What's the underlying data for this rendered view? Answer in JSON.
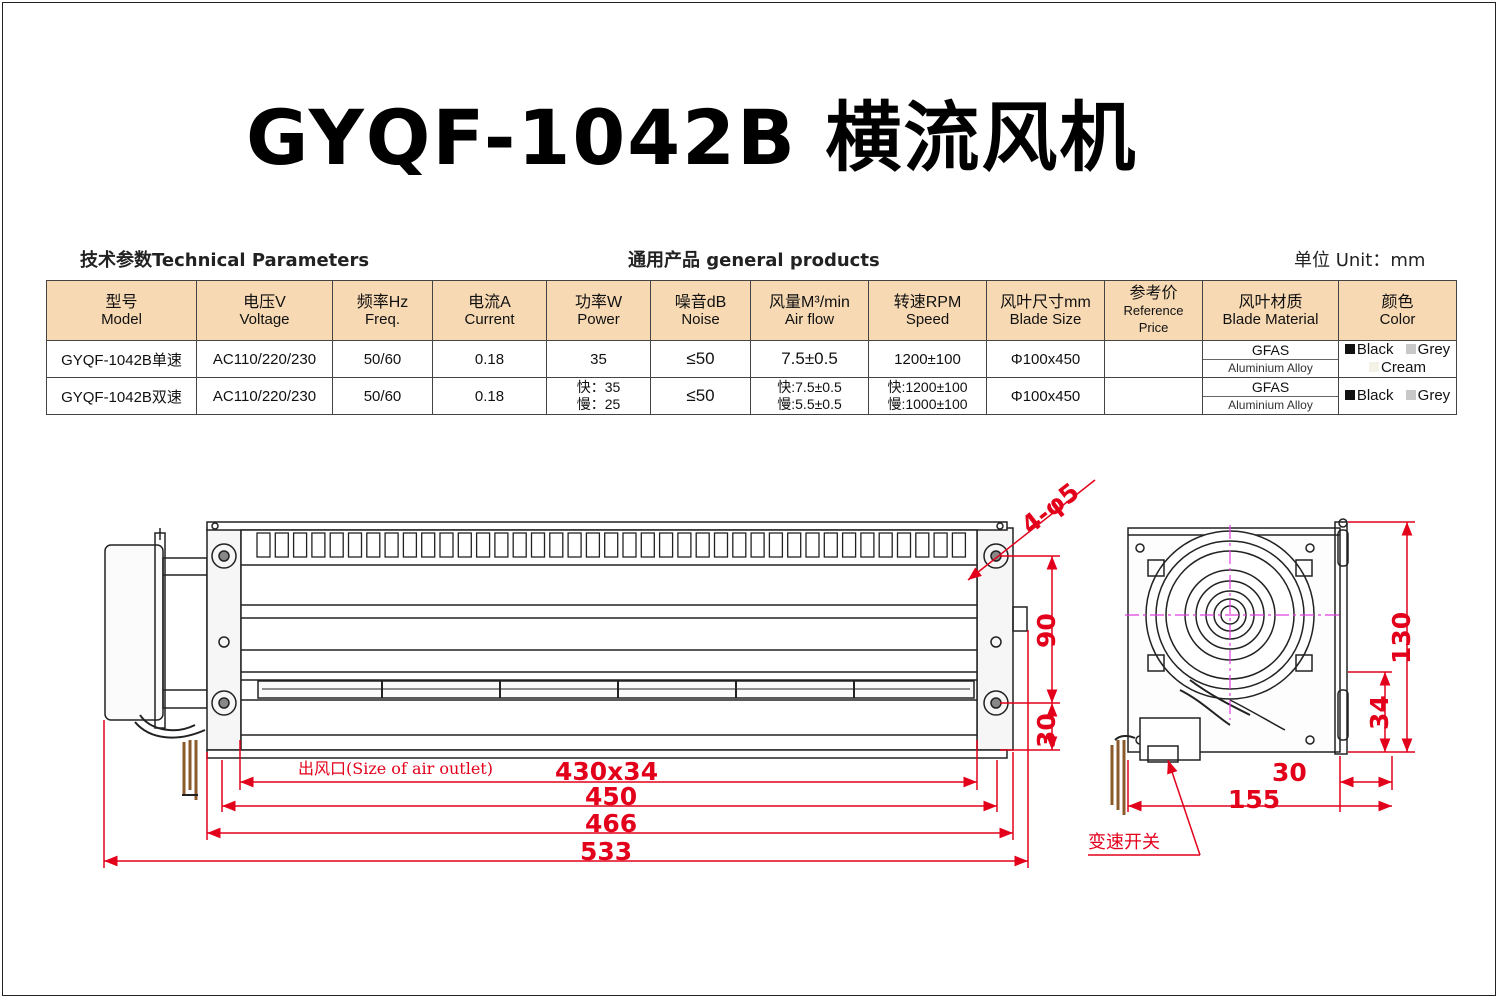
{
  "title": "GYQF-1042B 横流风机",
  "captions": {
    "tech": "技术参数Technical Parameters",
    "general": "通用产品 general products",
    "unit": "单位 Unit：mm"
  },
  "table": {
    "headers": [
      {
        "cn": "型号",
        "en": "Model"
      },
      {
        "cn": "电压V",
        "en": "Voltage"
      },
      {
        "cn": "频率Hz",
        "en": "Freq."
      },
      {
        "cn": "电流A",
        "en": "Current"
      },
      {
        "cn": "功率W",
        "en": "Power"
      },
      {
        "cn": "噪音dB",
        "en": "Noise"
      },
      {
        "cn": "风量M³/min",
        "en": "Air flow"
      },
      {
        "cn": "转速RPM",
        "en": "Speed"
      },
      {
        "cn": "风叶尺寸mm",
        "en": "Blade Size"
      },
      {
        "cn": "参考价",
        "en": "Reference",
        "en2": "Price"
      },
      {
        "cn": "风叶材质",
        "en": "Blade Material"
      },
      {
        "cn": "颜色",
        "en": "Color"
      }
    ],
    "rows": [
      {
        "model": "GYQF-1042B单速",
        "voltage": "AC110/220/230",
        "freq": "50/60",
        "current": "0.18",
        "power": "35",
        "power2": "",
        "noise": "≤50",
        "airflow": "7.5±0.5",
        "airflow2": "",
        "speed": "1200±100",
        "speed2": "",
        "blade_size": "Φ100x450",
        "price": "",
        "material1": "GFAS",
        "material2": "Aluminium Alloy",
        "colors": [
          "Black",
          "Grey",
          "Cream"
        ]
      },
      {
        "model": "GYQF-1042B双速",
        "voltage": "AC110/220/230",
        "freq": "50/60",
        "current": "0.18",
        "power": "快：35",
        "power2": "慢：25",
        "noise": "≤50",
        "airflow": "快:7.5±0.5",
        "airflow2": "慢:5.5±0.5",
        "speed": "快:1200±100",
        "speed2": "慢:1000±100",
        "blade_size": "Φ100x450",
        "price": "",
        "material1": "GFAS",
        "material2": "Aluminium Alloy",
        "colors": [
          "Black",
          "Grey"
        ]
      }
    ],
    "swatch_colors": {
      "Black": "#111111",
      "Grey": "#c8c8c8",
      "Cream": "#f4f1e6"
    }
  },
  "drawing": {
    "outlet_label": "出风口(Size of  air outlet)",
    "outlet_dim": "430x34",
    "dim_450": "450",
    "dim_466": "466",
    "dim_533": "533",
    "dim_90": "90",
    "dim_30_left": "30",
    "holes": "4-φ5",
    "dim_130": "130",
    "dim_34": "34",
    "dim_30_bottom": "30",
    "dim_155": "155",
    "switch_label": "变速开关",
    "accent_color": "#e3001b"
  }
}
